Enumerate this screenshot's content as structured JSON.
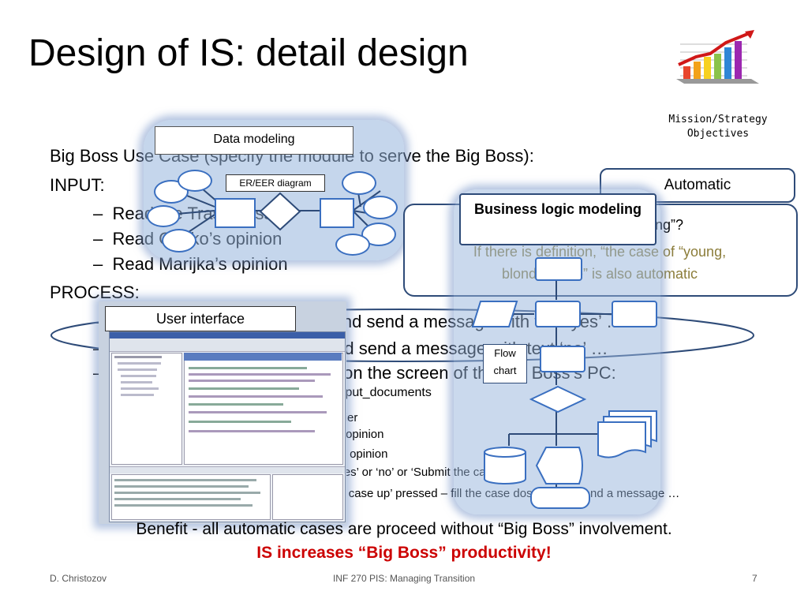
{
  "slide": {
    "title": "Design of IS: detail design",
    "logo_caption_1": "Mission/Strategy",
    "logo_caption_2": "Objectives",
    "use_case_line": "Big Boss Use Case (specify the module to serve the Big Boss):",
    "input_label": "INPUT:",
    "input_items": [
      "Read the Trash dossier",
      "Read Gosko’s opinion",
      "Read Marijka’s opinion"
    ],
    "process_label": "PROCESS:",
    "process_items": [
      "If ‘yes’ – fill the case dossier and send a message with text ‘yes’ …",
      "If ‘no’ – fill the case dossier and send a message with text ‘no’ …",
      "If ‘Submit the case up’ - show on the screen of the Big Boss’s PC:"
    ],
    "process_sub": "input_documents",
    "process_sub_items": [
      "the dossier",
      "Gosko’s opinion",
      "Marijka’s opinion"
    ],
    "process_buttons_line": "‘yes’ or ‘no’ or ‘Submit the case up’",
    "process_submitted_line": "If ‘Submit the case up’ pressed – fill the case dossier and send a message …",
    "benefit_line": "Benefit - all automatic cases are proceed without “Big Boss” involvement.",
    "productivity_line": "IS increases “Big Boss” productivity!"
  },
  "callouts": {
    "data_modeling": "Data modeling",
    "er_diagram": "ER/EER diagram",
    "automatic": "Automatic",
    "business_logic": "Business logic modeling",
    "question_tail": "ung”?",
    "definition_line_1": "If there is definition, “the case of “young,",
    "definition_line_2": "blond female” is also automatic",
    "user_interface": "User interface",
    "flow_chart_1": "Flow",
    "flow_chart_2": "chart"
  },
  "footer": {
    "author": "D. Christozov",
    "course": "INF 270 PIS: Managing Transition",
    "page": "7"
  },
  "colors": {
    "shape_border": "#3a6fc0",
    "callout_border": "#2e4b78",
    "definition_text": "#8c7d3a",
    "emphasis_red": "#cc0000"
  }
}
